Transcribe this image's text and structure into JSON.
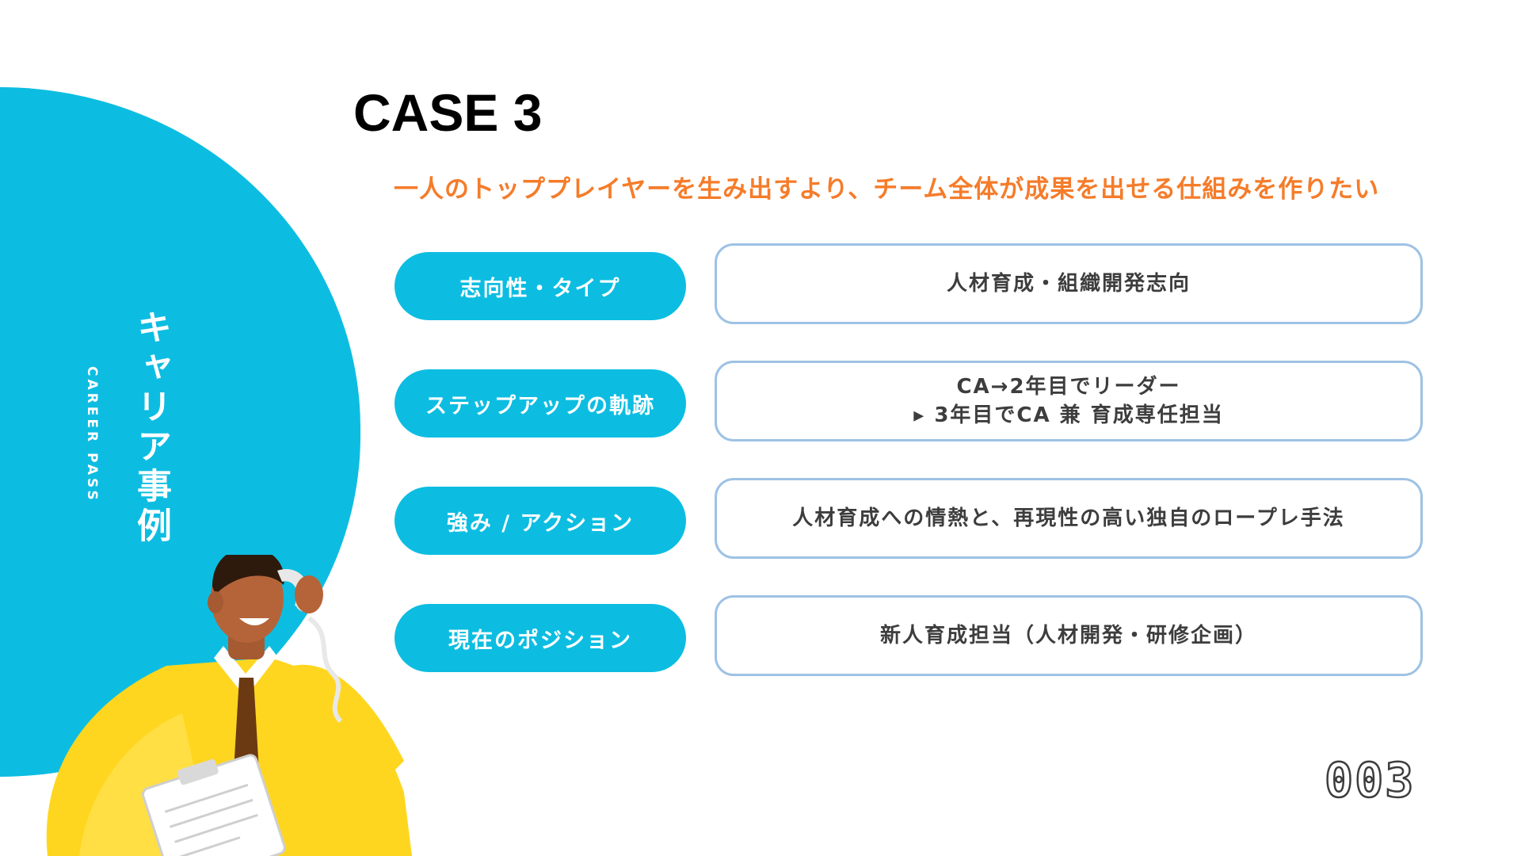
{
  "side": {
    "title_ja": "キャリア事例",
    "title_en": "CAREER PASS"
  },
  "case_title": "CASE 3",
  "subtitle": "一人のトッププレイヤーを生み出すより、チーム全体が成果を出せる仕組みを作りたい",
  "rows": [
    {
      "label": "志向性・タイプ",
      "lines": [
        "人材育成・組織開発志向"
      ]
    },
    {
      "label": "ステップアップの軌跡",
      "lines": [
        "CA→2年目でリーダー",
        "▸ 3年目でCA 兼 育成専任担当"
      ]
    },
    {
      "label": "強み / アクション",
      "lines": [
        "人材育成への情熱と、再現性の高い独自のロープレ手法"
      ]
    },
    {
      "label": "現在のポジション",
      "lines": [
        "新人育成担当（人材開発・研修企画）"
      ]
    }
  ],
  "page_number": "003",
  "colors": {
    "accent_blue": "#0cbde1",
    "accent_orange": "#f57c2a",
    "box_border": "#9ec2e4",
    "text_dark": "#3d3d3d"
  },
  "icons": {
    "illustration": "man-on-phone-with-clipboard-illustration"
  }
}
